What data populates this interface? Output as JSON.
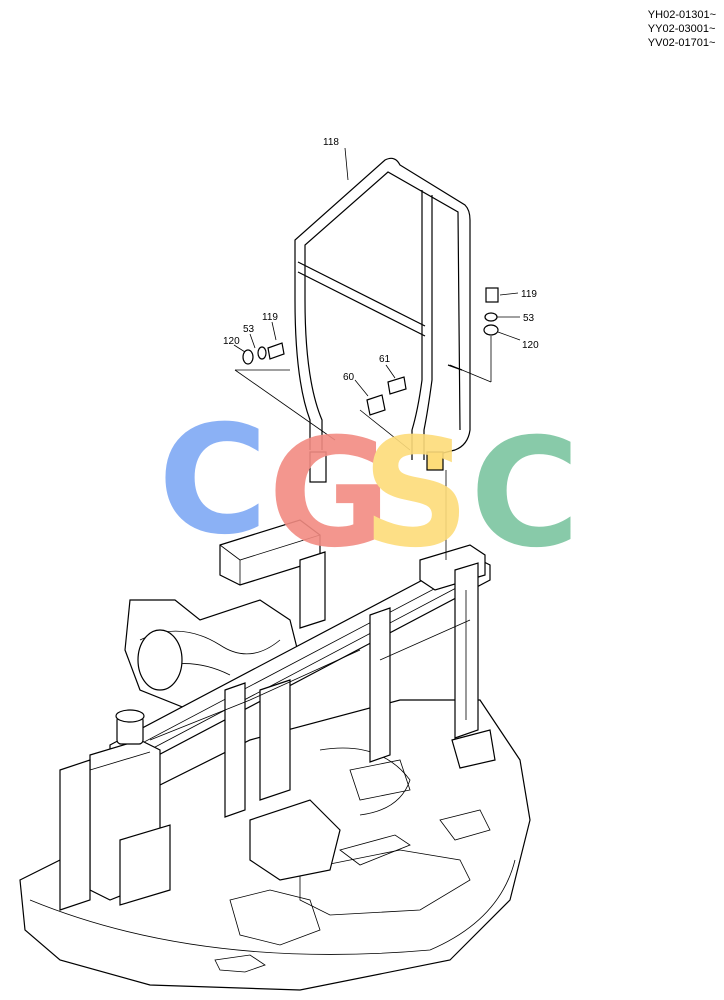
{
  "serial_numbers": [
    "YH02-01301~",
    "YY02-03001~",
    "YV02-01701~"
  ],
  "callouts": {
    "frame": "118",
    "bolt_right": "119",
    "washer_right": "53",
    "washer2_right": "120",
    "bolt_left": "119",
    "washer_left": "53",
    "washer2_left": "120",
    "bolt_mid": "61",
    "clamp_mid": "60"
  },
  "watermark": {
    "letters": [
      "C",
      "G",
      "S",
      "C"
    ],
    "colors": [
      "#7fa9f5",
      "#f28b82",
      "#fddc7a",
      "#7cc5a0"
    ]
  }
}
